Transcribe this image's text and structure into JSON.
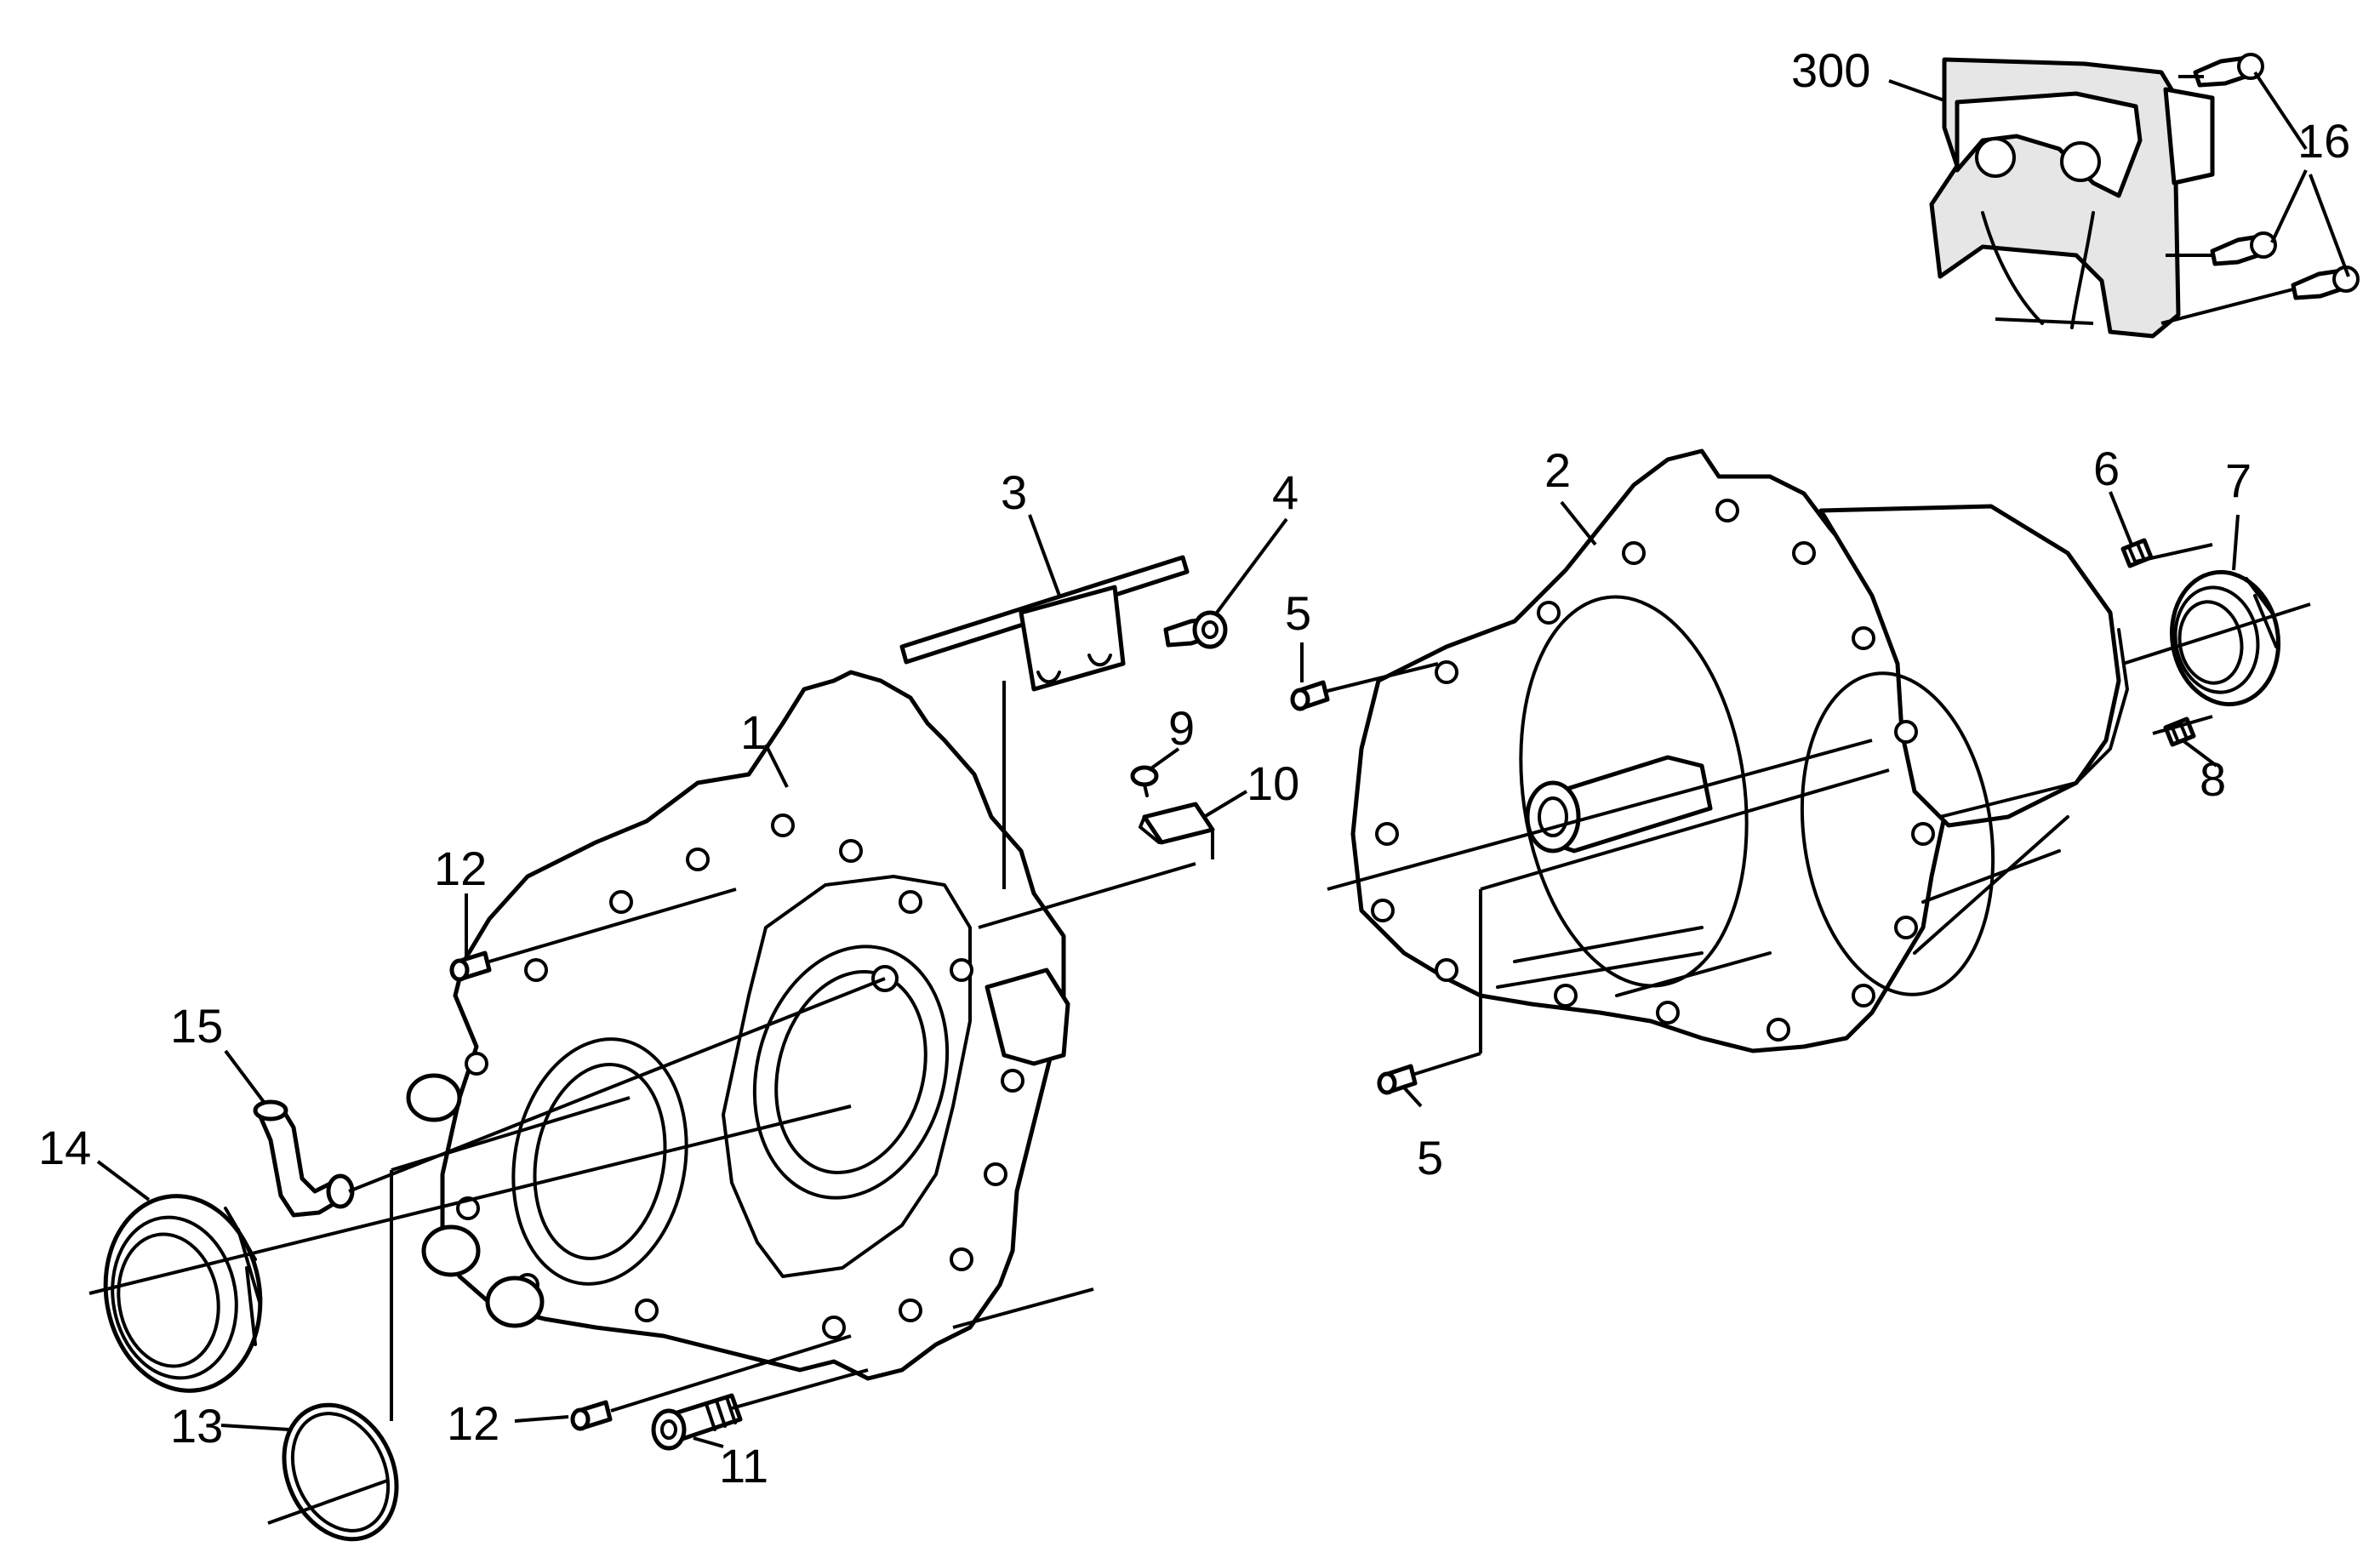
{
  "colors": {
    "line": "#000000",
    "background": "#ffffff",
    "shade": "#e6e6e6"
  },
  "callouts": [
    {
      "id": "1",
      "label": "1"
    },
    {
      "id": "2",
      "label": "2"
    },
    {
      "id": "3",
      "label": "3"
    },
    {
      "id": "4",
      "label": "4"
    },
    {
      "id": "5a",
      "label": "5"
    },
    {
      "id": "5b",
      "label": "5"
    },
    {
      "id": "6",
      "label": "6"
    },
    {
      "id": "7",
      "label": "7"
    },
    {
      "id": "8",
      "label": "8"
    },
    {
      "id": "9",
      "label": "9"
    },
    {
      "id": "10",
      "label": "10"
    },
    {
      "id": "11",
      "label": "11"
    },
    {
      "id": "12a",
      "label": "12"
    },
    {
      "id": "12b",
      "label": "12"
    },
    {
      "id": "13",
      "label": "13"
    },
    {
      "id": "14",
      "label": "14"
    },
    {
      "id": "15",
      "label": "15"
    },
    {
      "id": "16",
      "label": "16"
    },
    {
      "id": "300",
      "label": "300"
    }
  ]
}
